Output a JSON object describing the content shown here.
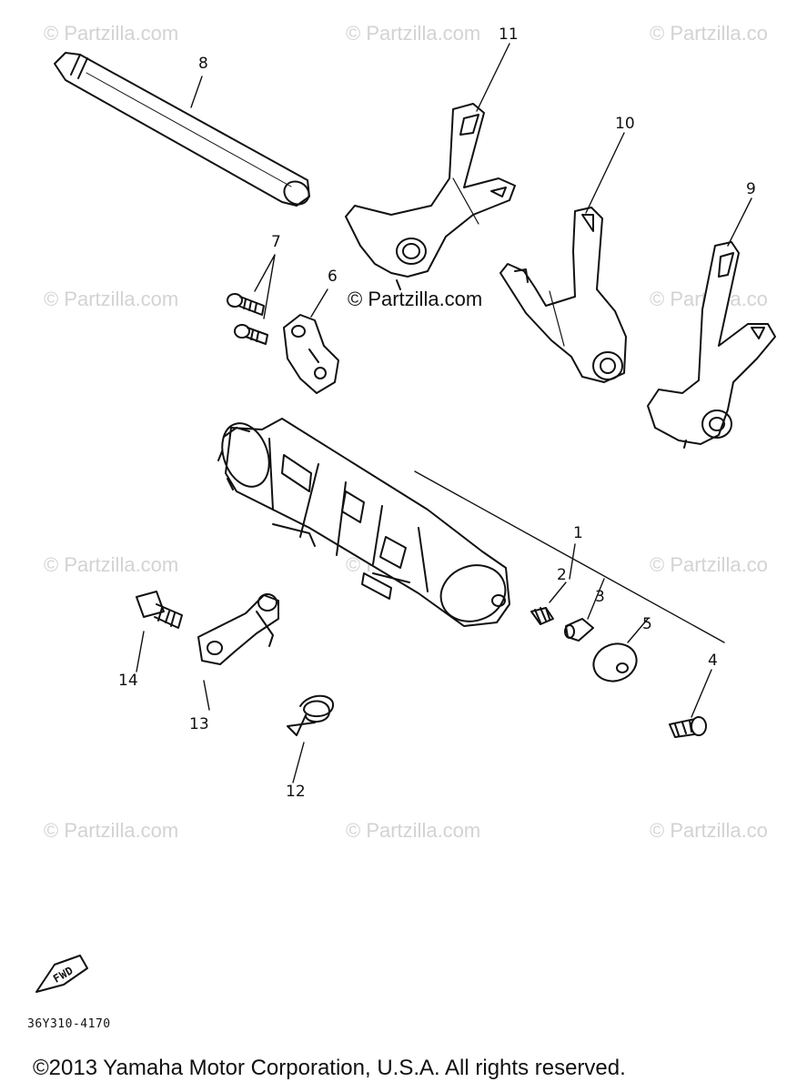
{
  "watermarks": {
    "text": "© Partzilla.com",
    "text_cut": "© Partzilla.co",
    "center": "© Partzilla.com"
  },
  "callouts": {
    "c1": "1",
    "c2": "2",
    "c3": "3",
    "c4": "4",
    "c5": "5",
    "c6": "6",
    "c7": "7",
    "c8": "8",
    "c9": "9",
    "c10": "10",
    "c11": "11",
    "c12": "12",
    "c13": "13",
    "c14": "14"
  },
  "fwd_label": "FWD",
  "drawing_code": "36Y310-4170",
  "copyright": "©2013  Yamaha Motor Corporation, U.S.A. All rights reserved."
}
